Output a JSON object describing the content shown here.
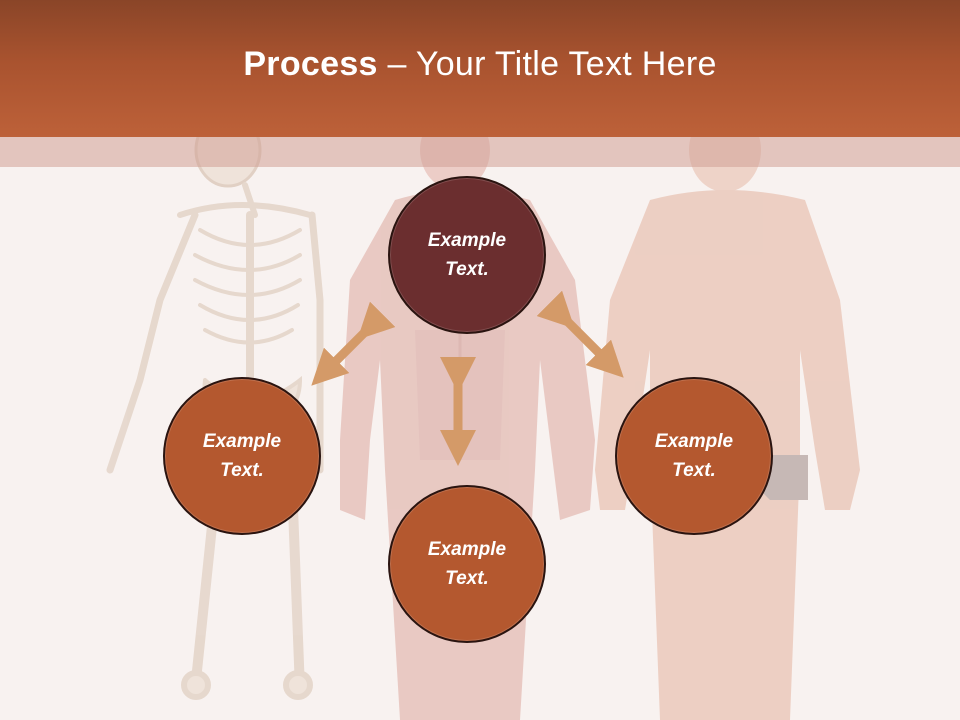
{
  "title": {
    "bold": "Process",
    "rest": " – Your Title Text Here"
  },
  "nodes": [
    {
      "id": "top",
      "text": "Example\nText.",
      "color": "#6b2e2f"
    },
    {
      "id": "left",
      "text": "Example\nText.",
      "color": "#b4582f"
    },
    {
      "id": "bottom",
      "text": "Example\nText.",
      "color": "#b4582f"
    },
    {
      "id": "right",
      "text": "Example\nText.",
      "color": "#b4582f"
    }
  ],
  "colors": {
    "header": "#a9532f",
    "arrow": "#d49a68",
    "background": "#f7f1ef"
  },
  "background_image": "human-anatomy-skeleton-muscles-body"
}
